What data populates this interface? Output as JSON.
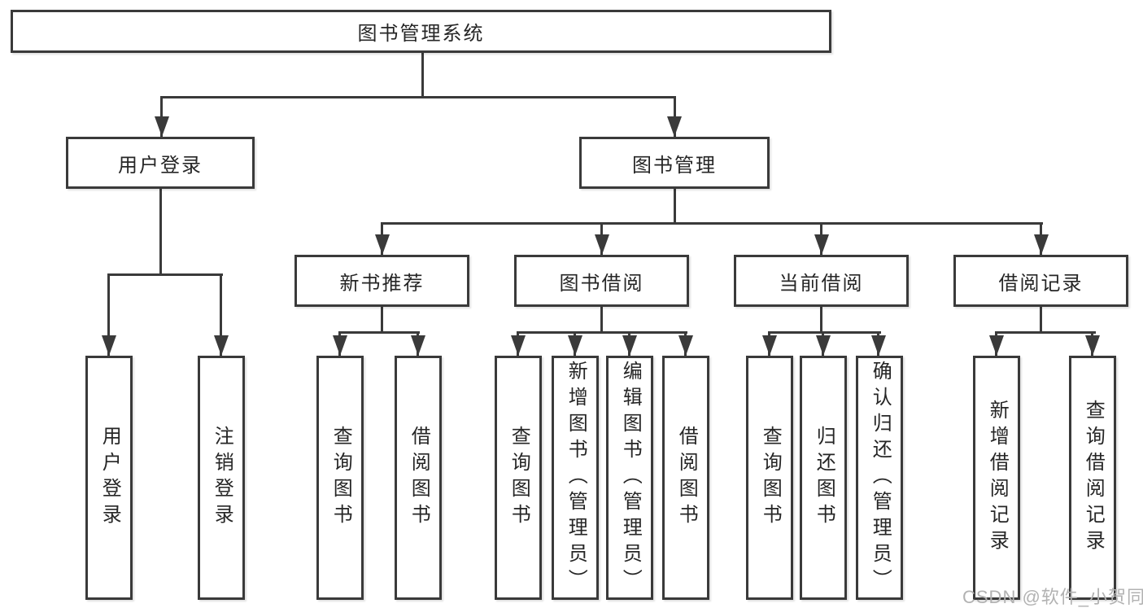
{
  "diagram_type": "hierarchy-tree",
  "tree": {
    "label": "图书管理系统",
    "children": [
      {
        "label": "用户登录",
        "children": [
          {
            "label": "用户登录"
          },
          {
            "label": "注销登录"
          }
        ]
      },
      {
        "label": "图书管理",
        "children": [
          {
            "label": "新书推荐",
            "children": [
              {
                "label": "查询图书"
              },
              {
                "label": "借阅图书"
              }
            ]
          },
          {
            "label": "图书借阅",
            "children": [
              {
                "label": "查询图书"
              },
              {
                "label": "新增图书（管理员）"
              },
              {
                "label": "编辑图书（管理员）"
              },
              {
                "label": "借阅图书"
              }
            ]
          },
          {
            "label": "当前借阅",
            "children": [
              {
                "label": "查询图书"
              },
              {
                "label": "归还图书"
              },
              {
                "label": "确认归还（管理员）"
              }
            ]
          },
          {
            "label": "借阅记录",
            "children": [
              {
                "label": "新增借阅记录"
              },
              {
                "label": "查询借阅记录"
              }
            ]
          }
        ]
      }
    ]
  },
  "watermark": {
    "text": "CSDN @软件_小贺同学",
    "color": "#b2b2b2"
  },
  "colors": {
    "line": "#3a3a3a",
    "box_border": "#3a3a3a",
    "box_fill": "#ffffff",
    "text": "#262626",
    "background": "#ffffff"
  }
}
